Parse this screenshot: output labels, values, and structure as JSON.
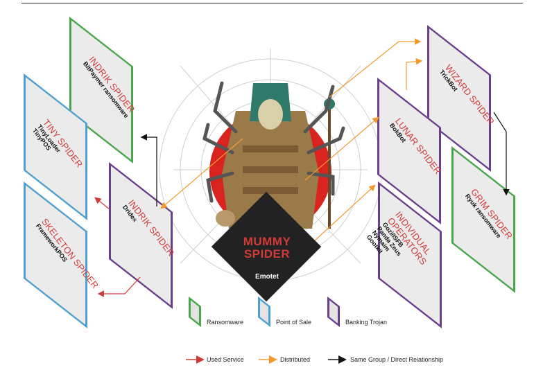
{
  "center": {
    "title_line1": "MUMMY",
    "title_line2": "SPIDER",
    "subtitle": "Emotet"
  },
  "cards": {
    "indrik_top": {
      "title": "INDRIK SPIDER",
      "sub": "BitPaymer ransomware"
    },
    "tiny": {
      "title": "TINY SPIDER",
      "sub": "TinyLoader\nTinyPOS"
    },
    "indrik_mid": {
      "title": "INDRIK SPIDER",
      "sub": "Dridex"
    },
    "skeleton": {
      "title": "SKELETON SPIDER",
      "sub": "FrameworkPOS"
    },
    "wizard": {
      "title": "WIZARD SPIDER",
      "sub": "TrickBot"
    },
    "lunar": {
      "title": "LUNAR SPIDER",
      "sub": "BokBot"
    },
    "grim": {
      "title": "GRIM SPIDER",
      "sub": "Ryuk ransomware"
    },
    "individual": {
      "title": "INDIVIDUAL OPERATORS",
      "sub": "Gozi/ISFB\nPanda Zeus\nNymaim\nGootkit"
    }
  },
  "legend": {
    "ransomware": "Ransomware",
    "pos": "Point of Sale",
    "banking": "Banking Trojan",
    "used_service": "Used Service",
    "distributed": "Distributed",
    "same_group": "Same Group / Direct Relationship"
  },
  "colors": {
    "ransomware": "#4aa64a",
    "pos": "#4ea0cf",
    "banking": "#6a3f8e",
    "used_service": "#d23a37",
    "distributed": "#f29a2e",
    "same_group": "#111111"
  }
}
